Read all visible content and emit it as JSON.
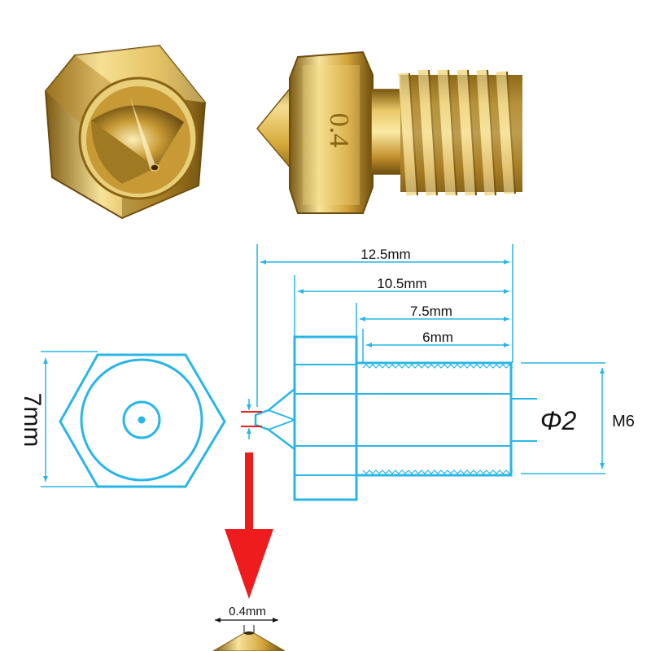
{
  "dimensions": {
    "overall_length": "12.5mm",
    "hex_to_end_length": "10.5mm",
    "neck_to_end_length": "7.5mm",
    "thread_length": "6mm",
    "hex_width": "7mm",
    "bore_diameter": "Φ2",
    "thread_size": "M6",
    "nozzle_orifice": "0.4mm"
  },
  "nozzle_engraving": "0.4",
  "colors": {
    "drawing_line": "#29b6e6",
    "callout_arrow": "#ee1c1c",
    "brass_light": "#f2d680",
    "brass_mid": "#d6aa3a",
    "brass_dark": "#8a6414",
    "text": "#111111"
  }
}
